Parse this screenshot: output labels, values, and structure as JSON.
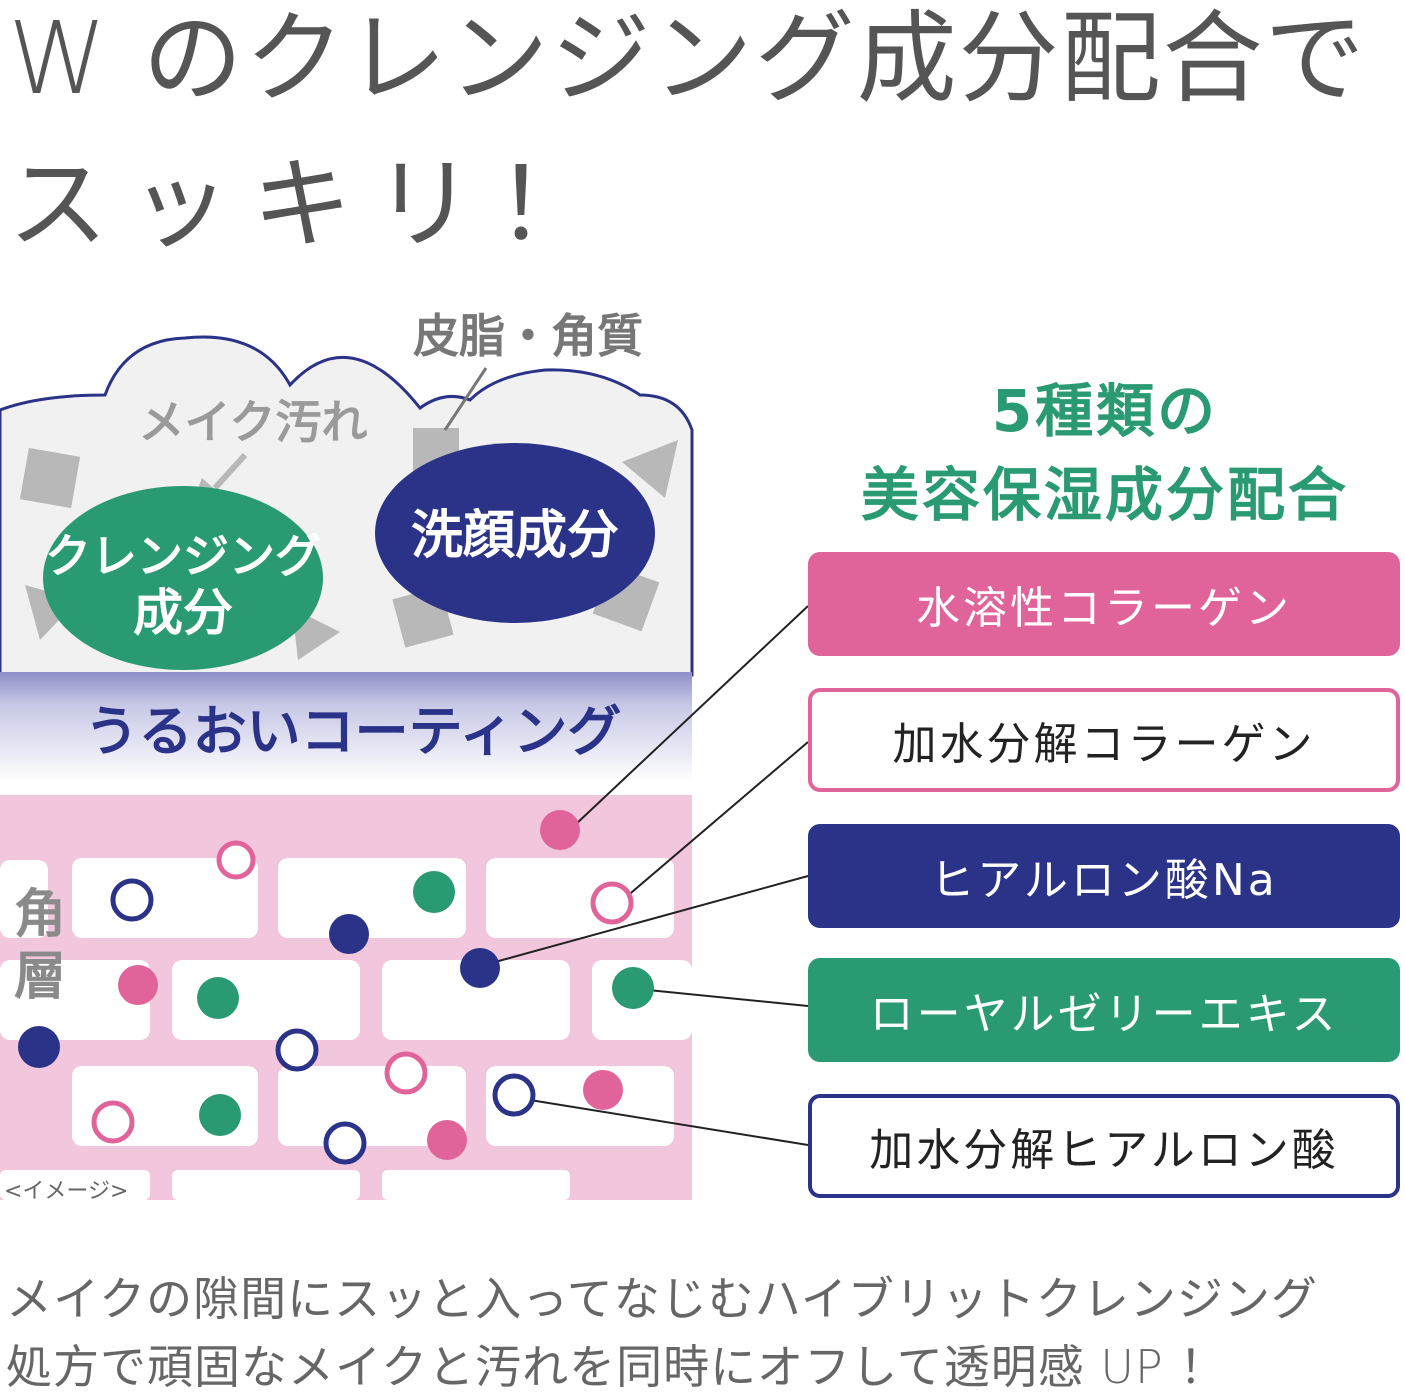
{
  "headline": {
    "line1": "W のクレンジング成分配合で",
    "line2": "スッキリ！"
  },
  "diagram": {
    "labels": {
      "sebum": "皮脂・角質",
      "makeup_dirt": "メイク汚れ",
      "cleansing_line1": "クレンジング",
      "cleansing_line2": "成分",
      "face_wash": "洗顔成分",
      "coating": "うるおいコーティング",
      "stratum_line1": "角",
      "stratum_line2": "層",
      "image_note": "<イメージ>"
    },
    "title": {
      "line1": "5種類の",
      "line2": "美容保湿成分配合"
    },
    "ingredients": [
      {
        "label": "水溶性コラーゲン",
        "style": "pink-fill"
      },
      {
        "label": "加水分解コラーゲン",
        "style": "pink-outline"
      },
      {
        "label": "ヒアルロン酸Na",
        "style": "navy-fill"
      },
      {
        "label": "ローヤルゼリーエキス",
        "style": "green-fill"
      },
      {
        "label": "加水分解ヒアルロン酸",
        "style": "navy-outline"
      }
    ],
    "colors": {
      "pink": "#e0649a",
      "navy": "#2b3388",
      "green": "#2a9a73",
      "gray": "#b8b8b8",
      "skin_pink": "#f2c6dd"
    }
  },
  "caption": {
    "line1": "メイクの隙間にスッと入ってなじむハイブリットクレンジング",
    "line2": "処方で頑固なメイクと汚れを同時にオフして透明感 UP ！"
  }
}
